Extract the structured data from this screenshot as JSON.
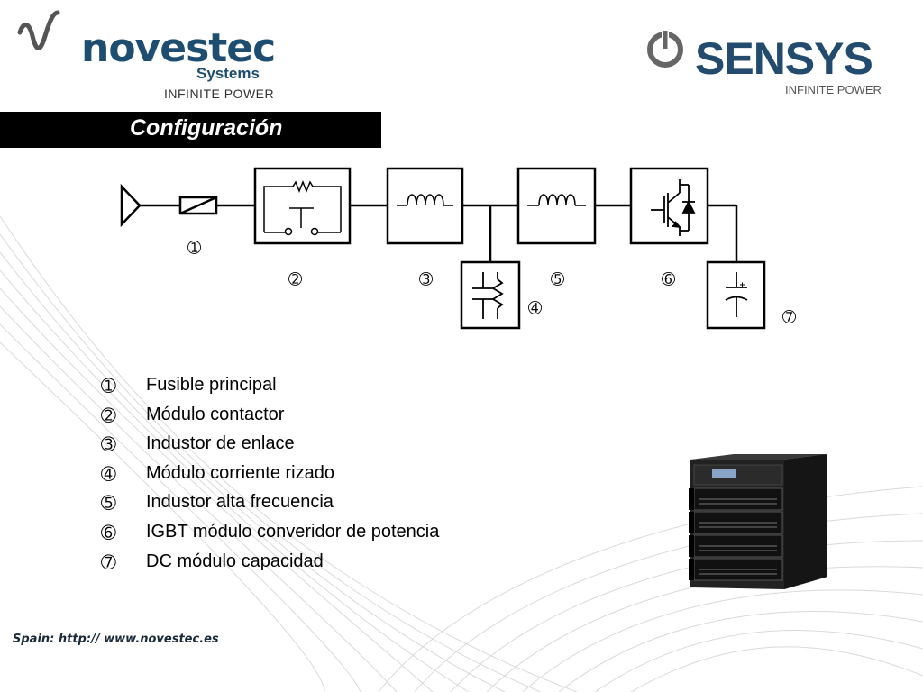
{
  "brands": {
    "left": {
      "name": "novestec",
      "sub": "Systems",
      "tagline": "INFINITE POWER"
    },
    "right": {
      "name": "SENSYS",
      "tagline": "INFINITE POWER"
    }
  },
  "title": "Configuración",
  "diagram": {
    "labels": [
      "➀",
      "➁",
      "➂",
      "➃",
      "➄",
      "➅",
      "➆"
    ]
  },
  "legend": [
    {
      "num": "➀",
      "text": "Fusible principal"
    },
    {
      "num": "➁",
      "text": "Módulo contactor"
    },
    {
      "num": "➂",
      "text": "Industor de enlace"
    },
    {
      "num": "➃",
      "text": "Módulo corriente rizado"
    },
    {
      "num": "➄",
      "text": "Industor alta frecuencia"
    },
    {
      "num": "➅",
      "text": "IGBT módulo converidor de potencia"
    },
    {
      "num": "➆",
      "text": "DC módulo capacidad"
    }
  ],
  "footer": "Spain: http://  www.novestec.es",
  "colors": {
    "navy": "#1d4e70",
    "title_bg": "#000000",
    "title_text": "#ffffff"
  },
  "icons": [
    "novestec-logo-icon",
    "sensys-power-icon",
    "ups-cabinet-image"
  ]
}
